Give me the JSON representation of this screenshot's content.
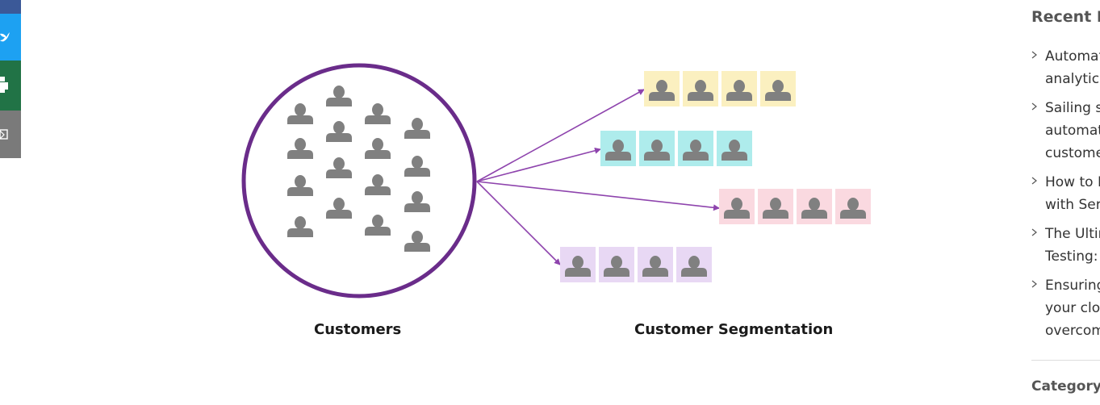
{
  "share": {
    "buttons": [
      {
        "name": "facebook",
        "color": "#3b5998"
      },
      {
        "name": "twitter",
        "color": "#1da1f2"
      },
      {
        "name": "print",
        "color": "#217346"
      },
      {
        "name": "email",
        "color": "#7a7a7a"
      }
    ]
  },
  "diagram": {
    "left_label": "Customers",
    "right_label": "Customer Segmentation",
    "circle_color": "#6a2c8a",
    "person_color": "#808080",
    "arrow_color": "#8e44ad",
    "segments": [
      {
        "color": "#fbf0c0",
        "count": 4
      },
      {
        "color": "#aeecec",
        "count": 4
      },
      {
        "color": "#fad9e0",
        "count": 4
      },
      {
        "color": "#e8d8f4",
        "count": 4
      }
    ]
  },
  "sidebar": {
    "recent_heading": "Recent P",
    "posts": [
      {
        "lines": [
          "Automat",
          "analytics"
        ]
      },
      {
        "lines": [
          "Sailing s",
          "automat",
          "custome"
        ]
      },
      {
        "lines": [
          "How to B",
          "with Ser"
        ]
      },
      {
        "lines": [
          "The Ultim",
          "Testing:"
        ]
      },
      {
        "lines": [
          "Ensuring",
          "your clou",
          "overcom"
        ]
      }
    ],
    "category_heading": "Category"
  }
}
